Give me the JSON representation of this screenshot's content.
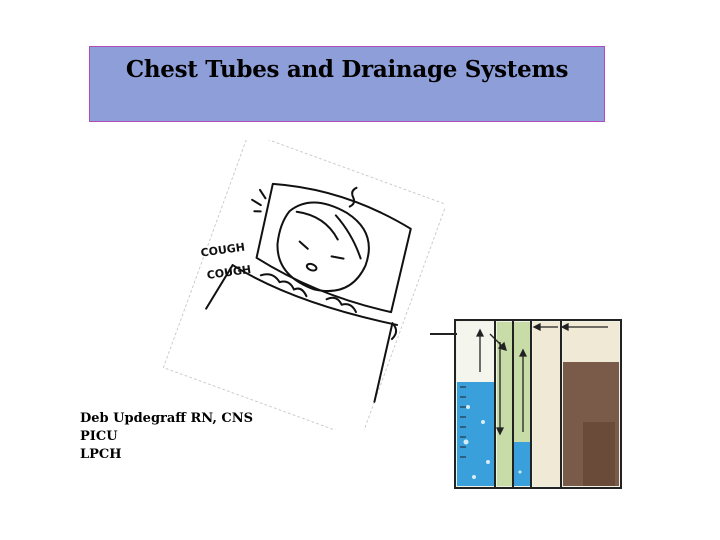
{
  "slide": {
    "title": "Chest Tubes and Drainage Systems",
    "author": "Deb Updegraff RN, CNS",
    "dept": "PICU",
    "org": "LPCH"
  },
  "illustration": {
    "sound_1": "COUGH",
    "sound_2": "COUGH"
  },
  "colors": {
    "title_bg": "#8e9ed8",
    "title_border": "#b04bb8",
    "water_blue": "#3aa0dc",
    "seal_green": "#c8dca8",
    "collection_brown": "#7a5a48"
  }
}
